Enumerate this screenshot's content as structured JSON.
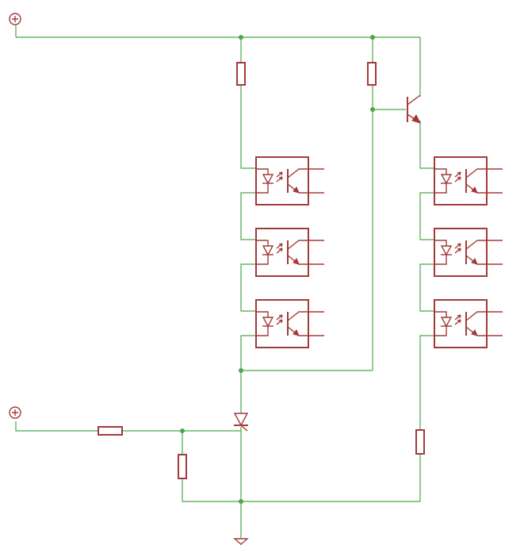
{
  "colors": {
    "background": "#ffffff",
    "wire": "#4aa84a",
    "component": "#a33a3a"
  },
  "schematic": {
    "supply_terminals": [
      {
        "name": "supply-top",
        "icon": "circled-plus-icon"
      },
      {
        "name": "supply-bottom",
        "icon": "circled-plus-icon"
      }
    ],
    "resistors": 5,
    "transistors": 1,
    "optocouplers": 6,
    "thyristors": 1,
    "grounds": 1
  }
}
